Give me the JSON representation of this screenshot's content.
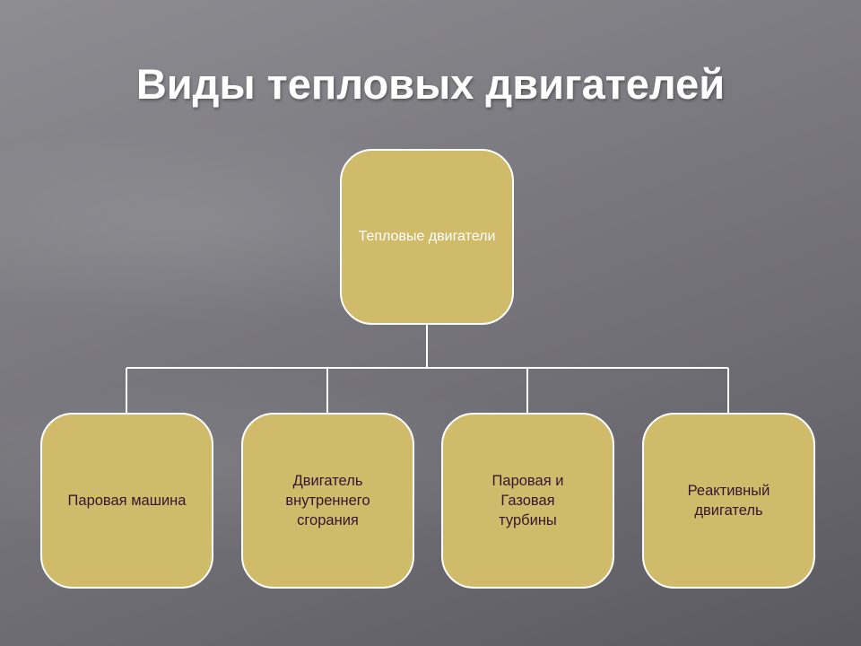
{
  "slide": {
    "title": "Виды тепловых двигателей"
  },
  "diagram": {
    "root": {
      "label": "Тепловые двигатели"
    },
    "children": [
      {
        "label": "Паровая машина"
      },
      {
        "label": "Двигатель\nвнутреннего\nсгорания"
      },
      {
        "label": "Паровая и\nГазовая\nтурбины"
      },
      {
        "label": "Реактивный\nдвигатель"
      }
    ]
  },
  "colors": {
    "box_fill": "#cfbb69",
    "box_border": "#ffffff",
    "root_text": "#ffffff",
    "child_text": "#3b1430",
    "connector": "#ffffff"
  }
}
